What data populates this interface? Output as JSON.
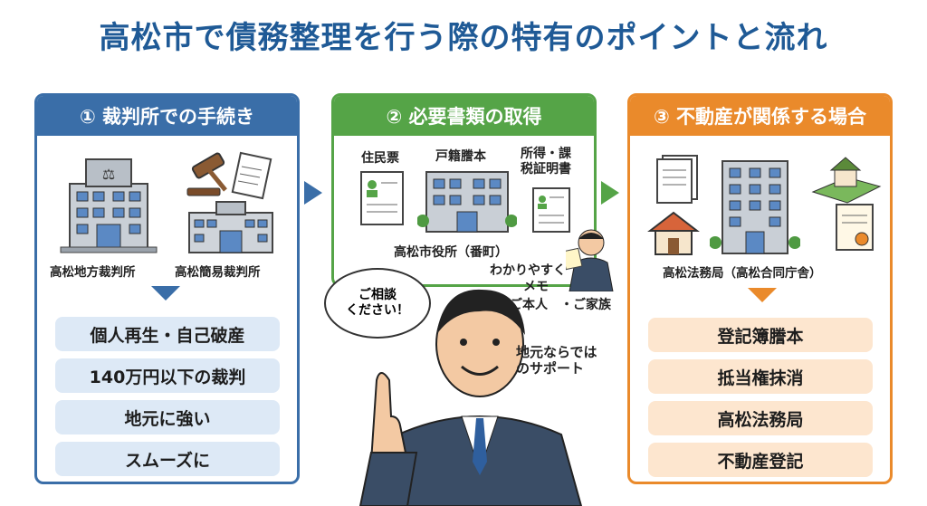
{
  "title": "高松市で債務整理を行う際の特有のポイントと流れ",
  "panel1": {
    "header": "① 裁判所での手続き",
    "court1": "高松地方裁判所",
    "court2": "高松簡易裁判所",
    "items": [
      "個人再生・自己破産",
      "140万円以下の裁判",
      "地元に強い",
      "スムーズに"
    ]
  },
  "panel2": {
    "header": "② 必要書類の取得",
    "doc1": "住民票",
    "doc2": "戸籍謄本",
    "doc3_line1": "所得・課",
    "doc3_line2": "税証明書",
    "office": "高松市役所（番町）"
  },
  "panel3": {
    "header": "③ 不動産が関係する場合",
    "office": "高松法務局（高松合同庁舎）",
    "items": [
      "登記簿謄本",
      "抵当権抹消",
      "高松法務局",
      "不動産登記"
    ]
  },
  "consult": {
    "bubble_line1": "ご相談",
    "bubble_line2": "ください！",
    "support_line1": "地元ならでは",
    "support_line2": "のサポート",
    "memo_line1": "わかりやすく",
    "memo_line2": "メモ",
    "memo_line3": "ご本人　・ご家族"
  },
  "colors": {
    "title": "#1f5a96",
    "step1": "#3a6ea8",
    "step2": "#55a447",
    "step3": "#ea8a2b"
  }
}
